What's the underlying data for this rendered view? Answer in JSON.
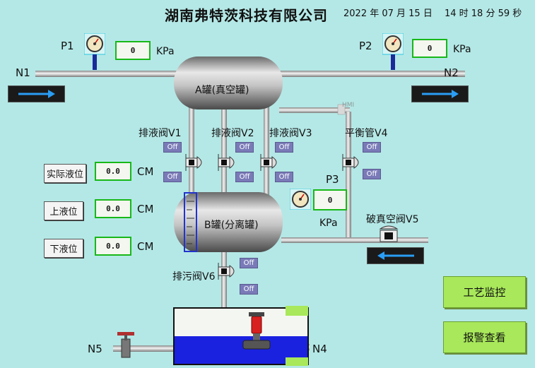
{
  "header": {
    "company": "湖南弗特茨科技有限公司",
    "datetime": "2022 年 07 月 15 日　 14 时 18 分 59 秒"
  },
  "pressure": {
    "p1": {
      "label": "P1",
      "value": "0",
      "unit": "KPa"
    },
    "p2": {
      "label": "P2",
      "value": "0",
      "unit": "KPa"
    },
    "p3": {
      "label": "P3",
      "value": "0",
      "unit": "KPa"
    }
  },
  "pipes": {
    "n1": "N1",
    "n2": "N2",
    "n4": "N4",
    "n5": "N5",
    "hmi": "HMI"
  },
  "tanks": {
    "a": "A罐(真空罐)",
    "b": "B罐(分离罐)"
  },
  "valves": {
    "v1": {
      "label": "排液阀V1",
      "status_top": "Off",
      "status_bottom": "Off"
    },
    "v2": {
      "label": "排液阀V2",
      "status_top": "Off",
      "status_bottom": "Off"
    },
    "v3": {
      "label": "排液阀V3",
      "status_top": "Off",
      "status_bottom": "Off"
    },
    "v4": {
      "label": "平衡管V4",
      "status_top": "Off",
      "status_bottom": "Off"
    },
    "v5": {
      "label": "破真空阀V5"
    },
    "v6": {
      "label": "排污阀V6",
      "status_top": "Off",
      "status_bottom": "Off"
    }
  },
  "levels": {
    "actual": {
      "label": "实际液位",
      "value": "0.0",
      "unit": "CM"
    },
    "upper": {
      "label": "上液位",
      "value": "0.0",
      "unit": "CM"
    },
    "lower": {
      "label": "下液位",
      "value": "0.0",
      "unit": "CM"
    }
  },
  "nav": {
    "process": "工艺监控",
    "alarm": "报警查看"
  },
  "colors": {
    "background": "#b4e8e6",
    "value_border": "#18b818",
    "off_badge": "#7a7ab8",
    "nav_button": "#a8e85a",
    "water": "#1a22e0"
  }
}
